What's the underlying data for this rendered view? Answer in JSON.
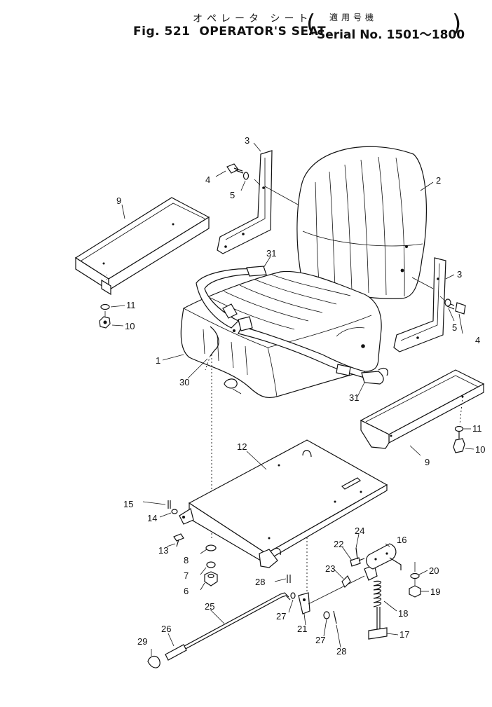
{
  "header": {
    "jp_title": "オペレータ シート",
    "fig_label": "Fig. 521",
    "title": "OPERATOR'S SEAT",
    "jp_applicable": "適用号機",
    "serial": "Serial No. 1501～1800"
  },
  "callouts": [
    "1",
    "2",
    "3",
    "4",
    "5",
    "6",
    "7",
    "8",
    "9",
    "10",
    "11",
    "12",
    "13",
    "14",
    "15",
    "16",
    "17",
    "18",
    "19",
    "20",
    "21",
    "22",
    "23",
    "24",
    "25",
    "26",
    "27",
    "28",
    "29",
    "30",
    "31"
  ]
}
